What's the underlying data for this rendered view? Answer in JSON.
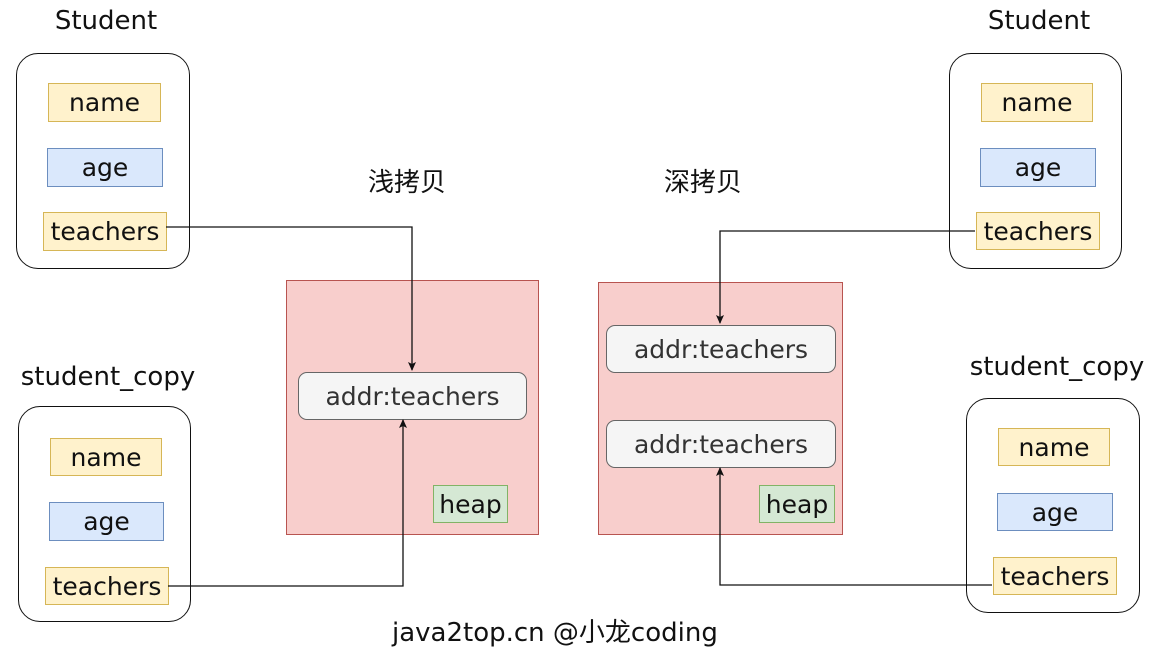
{
  "left": {
    "student": {
      "title": "Student",
      "fields": [
        "name",
        "age",
        "teachers"
      ]
    },
    "copy": {
      "title": "student_copy",
      "fields": [
        "name",
        "age",
        "teachers"
      ]
    },
    "caption": "浅拷贝",
    "heap": {
      "addr": "addr:teachers",
      "label": "heap"
    }
  },
  "right": {
    "student": {
      "title": "Student",
      "fields": [
        "name",
        "age",
        "teachers"
      ]
    },
    "copy": {
      "title": "student_copy",
      "fields": [
        "name",
        "age",
        "teachers"
      ]
    },
    "caption": "深拷贝",
    "heap": {
      "addr1": "addr:teachers",
      "addr2": "addr:teachers",
      "label": "heap"
    }
  },
  "footer": "java2top.cn @小龙coding"
}
